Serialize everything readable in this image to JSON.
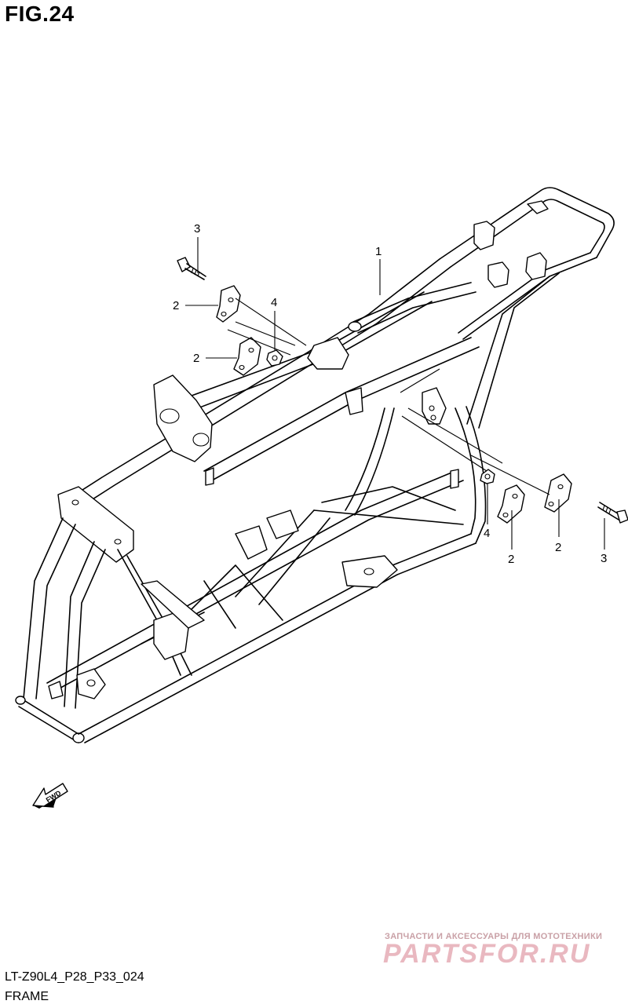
{
  "figure": {
    "title": "FIG.24"
  },
  "callouts": [
    {
      "id": "c1",
      "label": "1"
    },
    {
      "id": "c2a",
      "label": "2"
    },
    {
      "id": "c2b",
      "label": "2"
    },
    {
      "id": "c2c",
      "label": "2"
    },
    {
      "id": "c2d",
      "label": "2"
    },
    {
      "id": "c3a",
      "label": "3"
    },
    {
      "id": "c3b",
      "label": "3"
    },
    {
      "id": "c4a",
      "label": "4"
    },
    {
      "id": "c4b",
      "label": "4"
    }
  ],
  "direction": {
    "label": "FWD"
  },
  "footer": {
    "code": "LT-Z90L4_P28_P33_024",
    "name": "FRAME"
  },
  "watermark": {
    "tagline": "ЗАПЧАСТИ И АКСЕССУАРЫ ДЛЯ МОТОТЕХНИКИ",
    "brand": "PARTSFOR.RU"
  }
}
